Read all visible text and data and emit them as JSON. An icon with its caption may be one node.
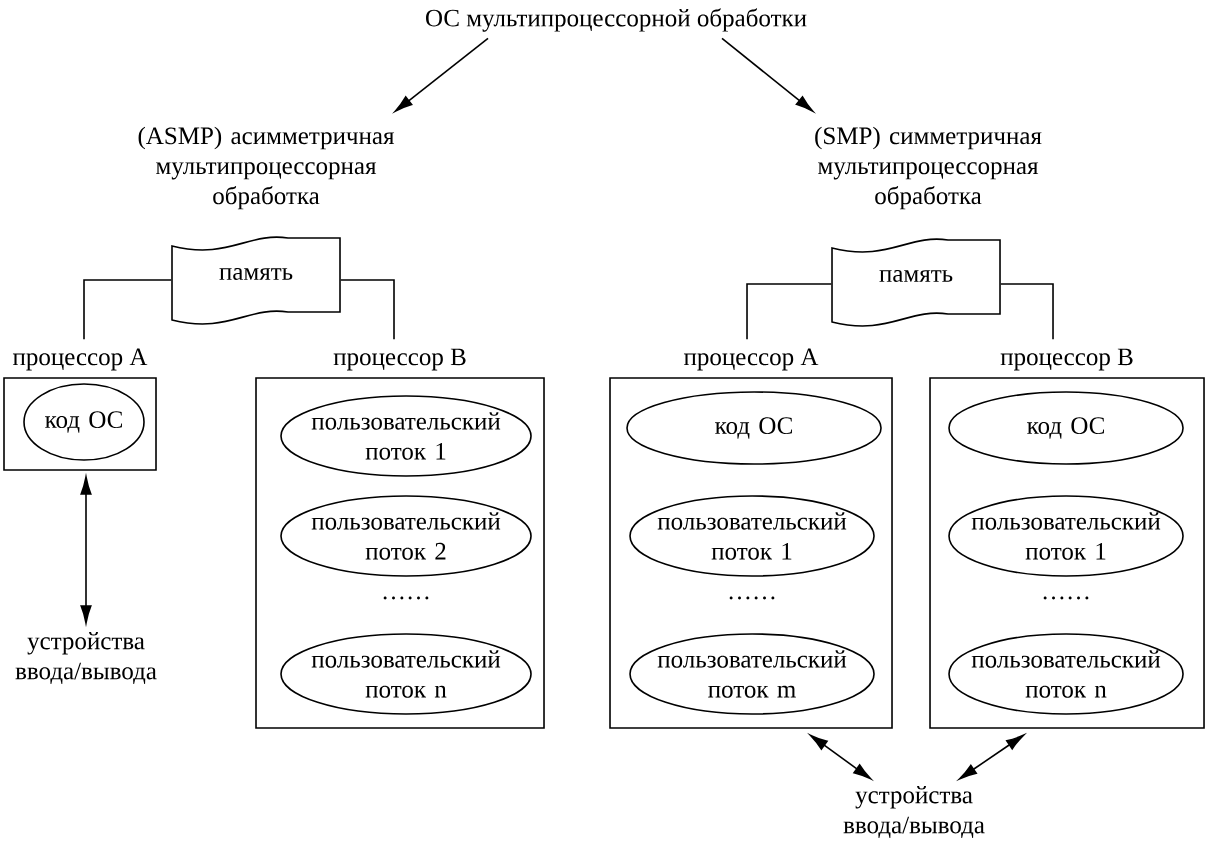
{
  "diagram": {
    "nodes": [
      {
        "text": [
          "ОС мультипроцессорной обработки"
        ]
      },
      {
        "text": [
          "(ASMP) асимметричная мультипроцессорная обработка"
        ]
      },
      {
        "text": [
          "(SMP) симметричная мультипроцессорная обработка"
        ]
      },
      {
        "text": [
          "память"
        ]
      },
      {
        "text": [
          "процессор А"
        ]
      },
      {
        "text": [
          "код ОС"
        ],
        "in": 4
      },
      {
        "text": [
          "процессор В"
        ]
      },
      {
        "text": [
          "пользовательский поток 1"
        ],
        "in": 6
      },
      {
        "text": [
          "пользовательский поток 2"
        ],
        "in": 6
      },
      {
        "text": [
          "пользовательский поток n"
        ],
        "in": 6
      },
      {
        "text": [
          "устройства ввода/вывода"
        ]
      },
      {
        "text": [
          "память"
        ]
      },
      {
        "text": [
          "процессор А"
        ]
      },
      {
        "text": [
          "код ОС"
        ],
        "in": 12
      },
      {
        "text": [
          "пользовательский поток 1"
        ],
        "in": 12
      },
      {
        "text": [
          "пользовательский поток m"
        ],
        "in": 12
      },
      {
        "text": [
          "процессор В"
        ]
      },
      {
        "text": [
          "код ОС"
        ],
        "in": 16
      },
      {
        "text": [
          "пользовательский поток 1"
        ],
        "in": 16
      },
      {
        "text": [
          "пользовательский поток n"
        ],
        "in": 16
      },
      {
        "text": [
          "устройства ввода/вывода"
        ]
      }
    ],
    "edges": [
      {
        "from": 0,
        "to": 1,
        "arrow": "to"
      },
      {
        "from": 0,
        "to": 2,
        "arrow": "to"
      },
      {
        "from": 3,
        "to": 4,
        "arrow": "none"
      },
      {
        "from": 3,
        "to": 6,
        "arrow": "none"
      },
      {
        "from": 11,
        "to": 12,
        "arrow": "none"
      },
      {
        "from": 11,
        "to": 16,
        "arrow": "none"
      },
      {
        "from": 4,
        "to": 10,
        "arrow": "both"
      },
      {
        "from": 12,
        "to": 20,
        "arrow": "both"
      },
      {
        "from": 16,
        "to": 20,
        "arrow": "both"
      }
    ],
    "labels": [
      "……",
      "……",
      "……"
    ]
  }
}
